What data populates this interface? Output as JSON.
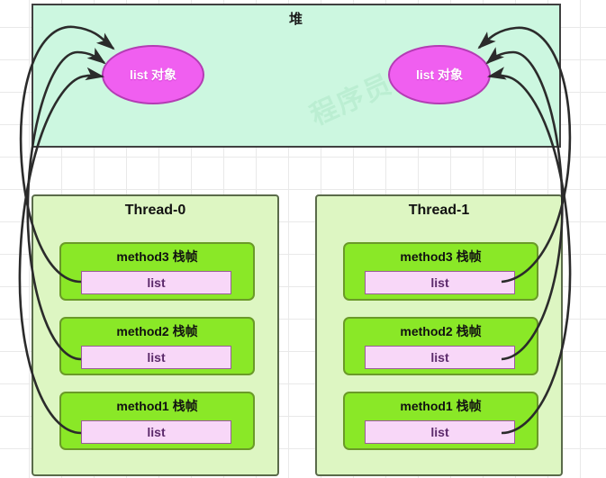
{
  "diagram": {
    "title": "堆",
    "watermark": "程序员",
    "colors": {
      "heap_fill": "#ccf7e0",
      "heap_border": "#404040",
      "object_fill": "#f05ff0",
      "object_border": "#b43cb4",
      "thread_fill": "#ddf6c2",
      "thread_border": "#5a6b4a",
      "frame_fill": "#8ae827",
      "frame_border": "#6a9a28",
      "var_fill": "#f8d7f8",
      "var_border": "#9a5c9a",
      "arrow": "#2b2b2b",
      "grid": "#e9e9e9"
    }
  },
  "heap": {
    "label": "堆",
    "objects": [
      {
        "id": "heap-obj-left",
        "label": "list 对象"
      },
      {
        "id": "heap-obj-right",
        "label": "list 对象"
      }
    ]
  },
  "threads": [
    {
      "name": "Thread-0",
      "frames": [
        {
          "title": "method3 栈帧",
          "variable": "list"
        },
        {
          "title": "method2 栈帧",
          "variable": "list"
        },
        {
          "title": "method1 栈帧",
          "variable": "list"
        }
      ]
    },
    {
      "name": "Thread-1",
      "frames": [
        {
          "title": "method3 栈帧",
          "variable": "list"
        },
        {
          "title": "method2 栈帧",
          "variable": "list"
        },
        {
          "title": "method1 栈帧",
          "variable": "list"
        }
      ]
    }
  ],
  "references": [
    {
      "from": "thread-0.method3.list",
      "to": "heap-obj-left"
    },
    {
      "from": "thread-0.method2.list",
      "to": "heap-obj-left"
    },
    {
      "from": "thread-0.method1.list",
      "to": "heap-obj-left"
    },
    {
      "from": "thread-1.method3.list",
      "to": "heap-obj-right"
    },
    {
      "from": "thread-1.method2.list",
      "to": "heap-obj-right"
    },
    {
      "from": "thread-1.method1.list",
      "to": "heap-obj-right"
    }
  ]
}
